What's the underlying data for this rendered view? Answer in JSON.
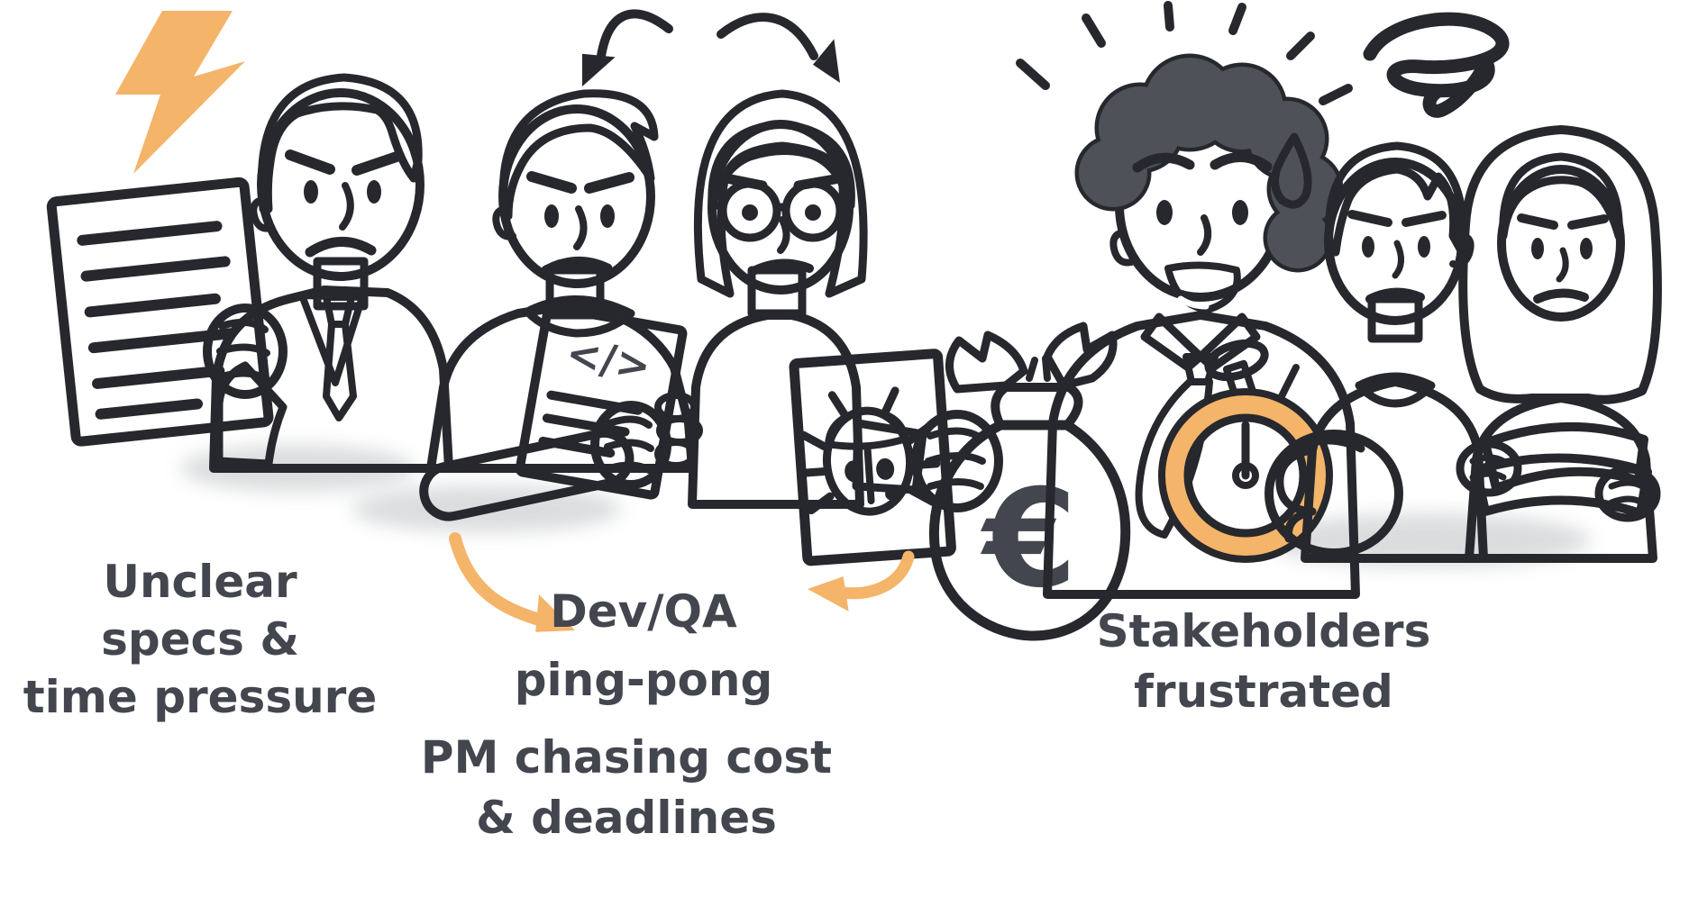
{
  "illustration": {
    "scene": "software-project-frustration",
    "colors": {
      "accent_orange": "#F4B469",
      "outline_ink": "#26282D",
      "figure_gray": "#4E5158",
      "label_text": "#43464E"
    },
    "symbols": {
      "euro": "€",
      "code": "</>"
    },
    "labels": {
      "unclear": {
        "l1": "Unclear",
        "l2": "specs &",
        "l3": "time pressure"
      },
      "devqa": {
        "l1": "Dev/QA",
        "l2": "ping-pong"
      },
      "pm": {
        "l1": "PM chasing cost",
        "l2": "& deadlines"
      },
      "stakeholders": {
        "l1": "Stakeholders",
        "l2": "frustrated"
      }
    },
    "figures": [
      "angry-boss-with-spec-document",
      "frustrated-developer-with-code-sheet",
      "qa-engineer-with-bug-report",
      "panicked-pm-with-stopwatch",
      "frustrated-stakeholder-man",
      "frustrated-stakeholder-woman-arms-crossed"
    ],
    "icons": [
      "lightning-icon",
      "scribble-icon",
      "curved-arrow-left-icon",
      "curved-arrow-right-icon",
      "orange-arrow-right-icon",
      "orange-arrow-left-icon",
      "spec-document-icon",
      "code-paper-icon",
      "bug-paper-icon",
      "bug-icon",
      "money-bag-icon",
      "stopwatch-icon",
      "sweat-drop-icon",
      "stress-marks-icon"
    ]
  }
}
